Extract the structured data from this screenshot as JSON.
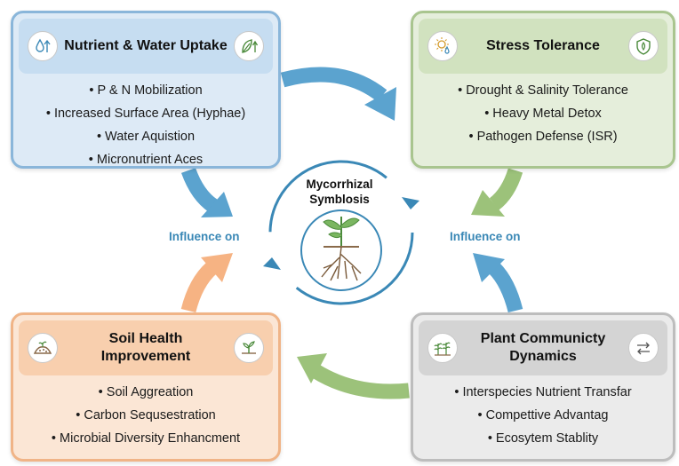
{
  "center": {
    "title_line1": "Mycorrhizal",
    "title_line2": "Symblosis"
  },
  "influence_left": "Influence on",
  "influence_right": "Influence on",
  "colors": {
    "blue_arrow": "#5ba3cf",
    "green_arrow": "#9cc27a",
    "orange_arrow": "#f6b383",
    "ring": "#3a88b6",
    "influence_text": "#3a88b6"
  },
  "cards": {
    "nutrient": {
      "title": "Nutrient & Water Uptake",
      "icon_left": "water-drop-arrow-icon",
      "icon_right": "leaf-arrow-icon",
      "items": [
        "P & N Mobilization",
        "Increased Surface Area (Hyphae)",
        "Water Aquistion",
        "Micronutrient Aces"
      ]
    },
    "stress": {
      "title": "Stress Tolerance",
      "icon_left": "sun-drop-icon",
      "icon_right": "shield-leaf-icon",
      "items": [
        "Drought & Salinity Tolerance",
        "Heavy Metal Detox",
        "Pathogen Defense (ISR)"
      ]
    },
    "soil": {
      "title": "Soil Health Improvement",
      "icon_left": "soil-mound-icon",
      "icon_right": "sprout-icon",
      "items": [
        "Soil Aggreation",
        "Carbon Sequsestration",
        "Microbial Diversity Enhancment"
      ]
    },
    "plant": {
      "title": "Plant Communicty Dynamics",
      "icon_left": "plants-icon",
      "icon_right": "exchange-arrows-icon",
      "items": [
        "Interspecies Nutrient Transfar",
        "Compettive Advantag",
        "Ecosytem Stablity"
      ]
    }
  }
}
